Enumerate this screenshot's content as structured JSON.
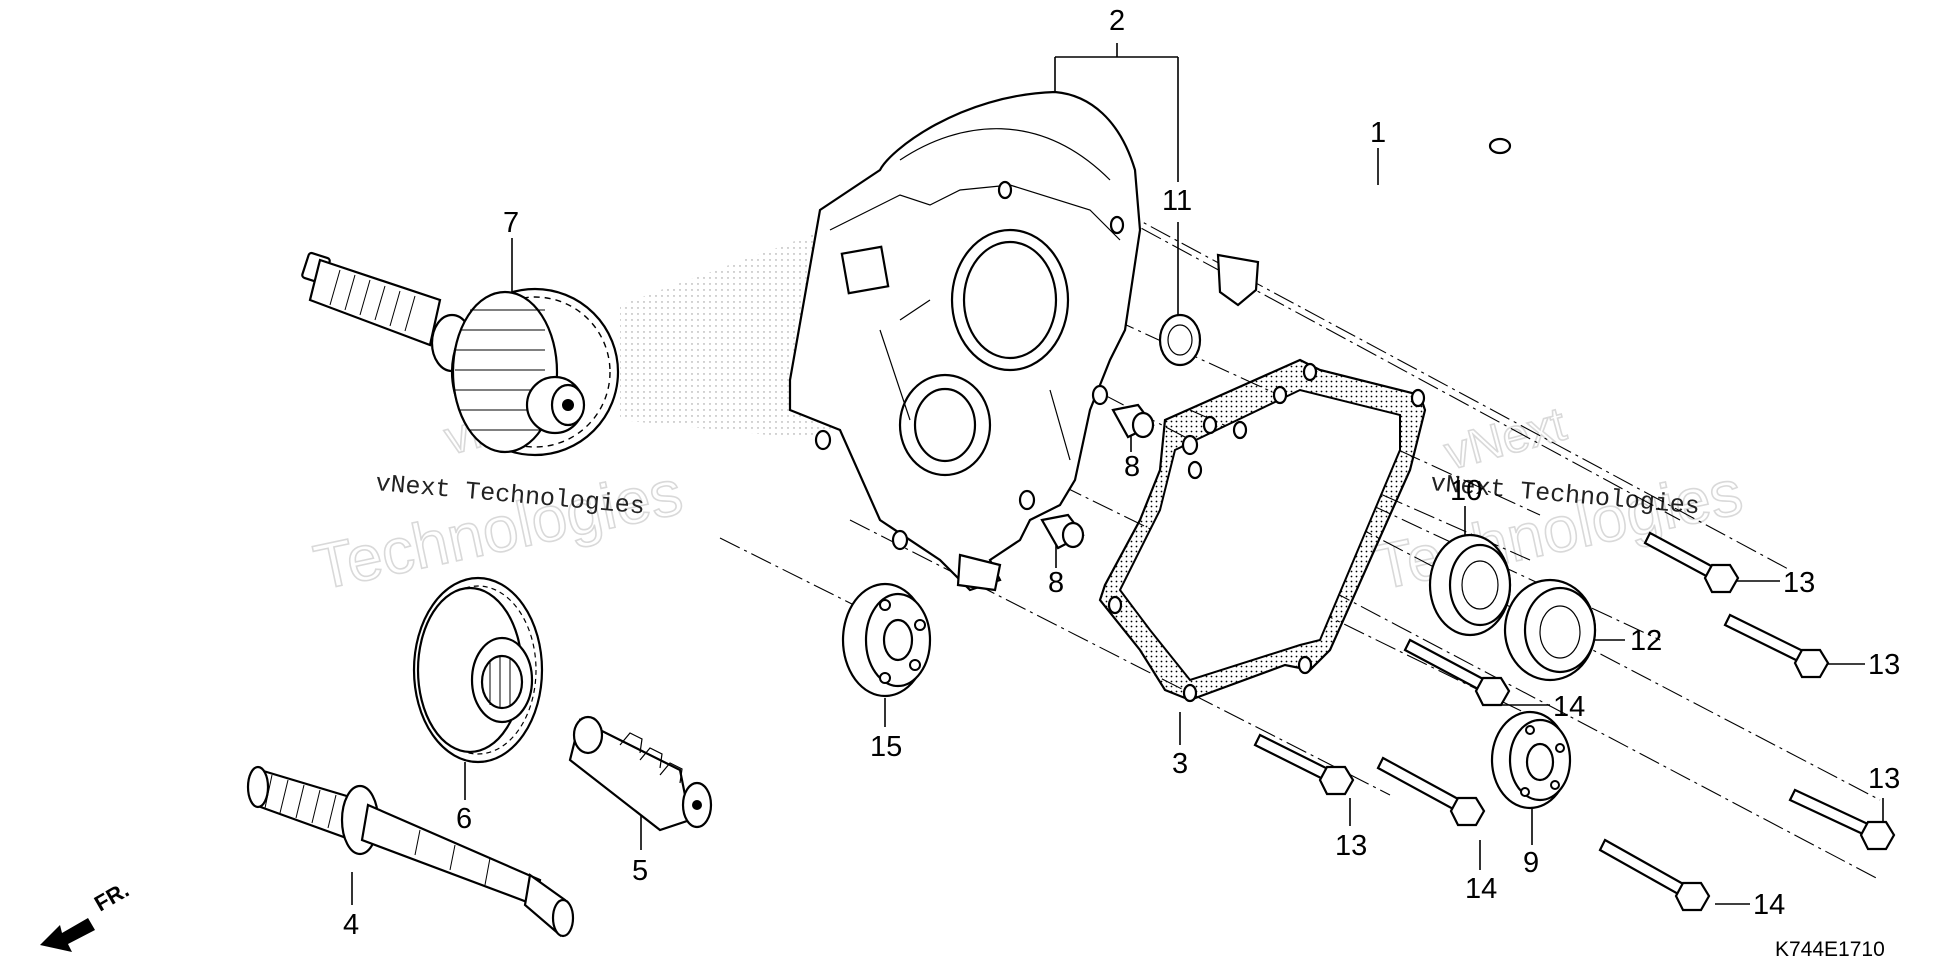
{
  "diagram": {
    "diagram_code": "K744E1710",
    "front_marker": "FR.",
    "callouts": [
      "1",
      "2",
      "3",
      "4",
      "5",
      "6",
      "7",
      "8",
      "8",
      "9",
      "10",
      "11",
      "12",
      "13",
      "13",
      "13",
      "13",
      "14",
      "14",
      "14",
      "15"
    ],
    "watermarks": [
      "vNext Technologies",
      "Technologies",
      "vNext",
      "vNext Technologies",
      "Technologies",
      "vNext"
    ]
  }
}
